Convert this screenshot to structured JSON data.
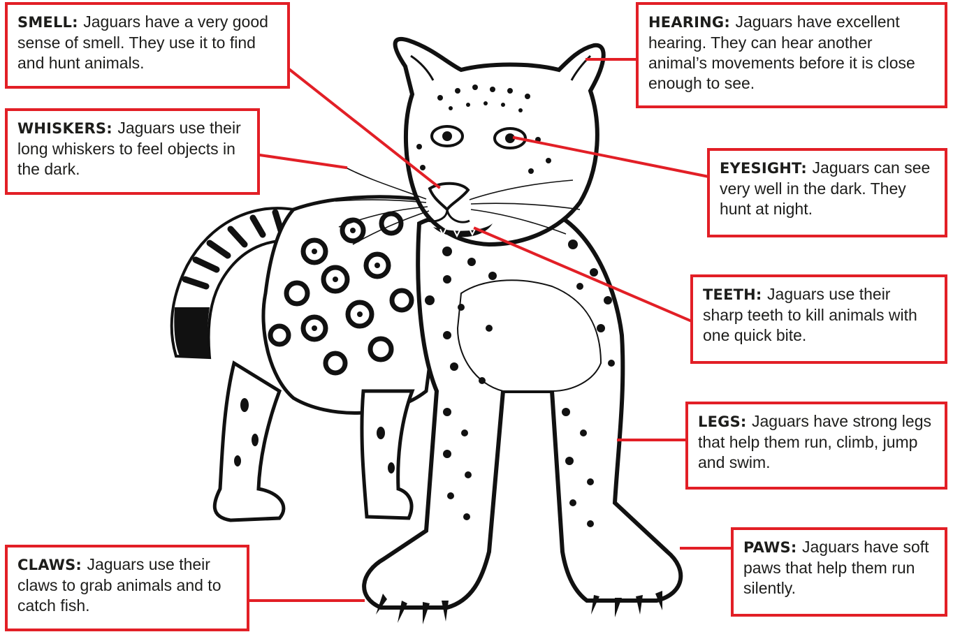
{
  "colors": {
    "accent": "#e21f26",
    "ink": "#111111",
    "text": "#1d1d1b"
  },
  "illustration": {
    "subject": "jaguar-cub"
  },
  "labels": {
    "smell": {
      "head": "SMELL:",
      "text": "Jaguars have a very good sense of smell. They use it to find and hunt animals."
    },
    "hearing": {
      "head": "HEARING:",
      "text": "Jaguars have excellent hearing. They can hear another animal’s movements before it is close enough to see."
    },
    "whiskers": {
      "head": "WHISKERS:",
      "text": "Jaguars use their long whiskers to feel objects in the dark."
    },
    "eyesight": {
      "head": "EYESIGHT:",
      "text": "Jaguars can see very well in the dark. They hunt at night."
    },
    "teeth": {
      "head": "TEETH:",
      "text": "Jaguars use their sharp teeth to kill animals with one quick bite."
    },
    "legs": {
      "head": "LEGS:",
      "text": "Jaguars have strong legs that help them run, climb, jump and swim."
    },
    "claws": {
      "head": "CLAWS:",
      "text": "Jaguars use their claws to grab animals and to catch fish."
    },
    "paws": {
      "head": "PAWS:",
      "text": "Jaguars have soft paws that help them run silently."
    }
  }
}
